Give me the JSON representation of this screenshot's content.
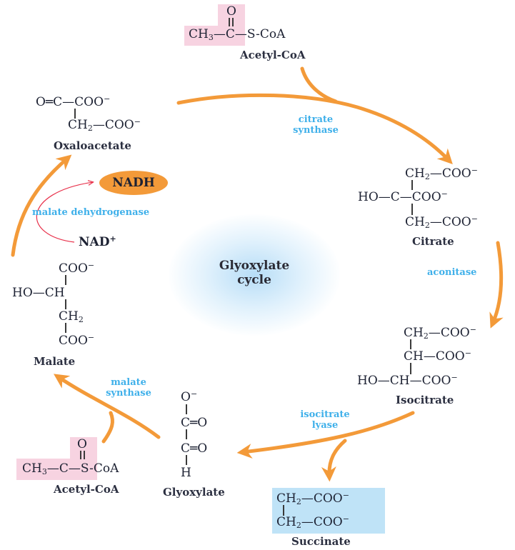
{
  "diagram": {
    "title_line1": "Glyoxylate",
    "title_line2": "cycle",
    "colors": {
      "arrow": "#f39a39",
      "enzyme_text": "#3fb0ea",
      "redox_arrow": "#e8304a",
      "acetyl_highlight": "#f7d3e1",
      "succinate_highlight": "#bfe3f7",
      "nadh_fill": "#f39a39"
    }
  },
  "molecules": {
    "acetyl_coa_top": {
      "o": "O",
      "ch3": "CH",
      "ch3_sub": "3",
      "bond": "—",
      "c": "C",
      "s_coa": "—S-CoA",
      "name": "Acetyl-CoA"
    },
    "oxaloacetate": {
      "line1": "O═C—COO",
      "line1_charge": "−",
      "line2_a": "CH",
      "line2_sub": "2",
      "line2_b": "—COO",
      "line2_charge": "−",
      "name": "Oxaloacetate"
    },
    "citrate": {
      "line1_a": "CH",
      "line1_sub": "2",
      "line1_b": "—COO",
      "line1_charge": "−",
      "line2": "HO—C—COO",
      "line2_charge": "−",
      "line3_a": "CH",
      "line3_sub": "2",
      "line3_b": "—COO",
      "line3_charge": "−",
      "name": "Citrate"
    },
    "isocitrate": {
      "line1_a": "CH",
      "line1_sub": "2",
      "line1_b": "—COO",
      "line1_charge": "−",
      "line2": "CH—COO",
      "line2_charge": "−",
      "line3": "HO—CH—COO",
      "line3_charge": "−",
      "name": "Isocitrate"
    },
    "succinate": {
      "line1_a": "CH",
      "line1_sub": "2",
      "line1_b": "—COO",
      "line1_charge": "−",
      "line2_a": "CH",
      "line2_sub": "2",
      "line2_b": "—COO",
      "line2_charge": "−",
      "name": "Succinate"
    },
    "glyoxylate": {
      "line1": "O",
      "line1_charge": "−",
      "line2": "C═O",
      "line3": "C═O",
      "line4": "H",
      "name": "Glyoxylate"
    },
    "acetyl_coa_bottom": {
      "o": "O",
      "ch3": "CH",
      "ch3_sub": "3",
      "bond": "—",
      "c": "C",
      "s_coa": "—S-CoA",
      "name": "Acetyl-CoA"
    },
    "malate": {
      "line1": "COO",
      "line1_charge": "−",
      "line2": "HO—CH",
      "line3_a": "CH",
      "line3_sub": "2",
      "line4": "COO",
      "line4_charge": "−",
      "name": "Malate"
    }
  },
  "enzymes": {
    "citrate_synthase": [
      "citrate",
      "synthase"
    ],
    "aconitase": [
      "aconitase"
    ],
    "isocitrate_lyase": [
      "isocitrate",
      "lyase"
    ],
    "malate_synthase": [
      "malate",
      "synthase"
    ],
    "malate_dehydrogenase": [
      "malate dehydrogenase"
    ]
  },
  "cofactors": {
    "nadh": "NADH",
    "nad": "NAD",
    "nad_charge": "+"
  }
}
